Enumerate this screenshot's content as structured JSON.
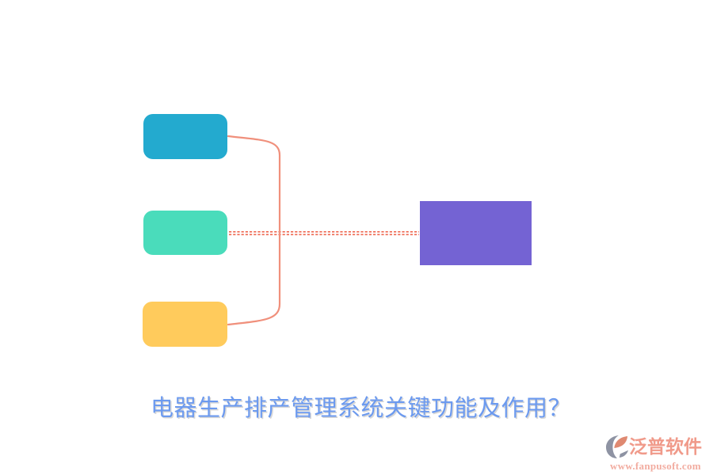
{
  "page": {
    "background_color": "#ffffff"
  },
  "title": {
    "text": "电器生产排产管理系统关键功能及作用？",
    "color": "#6c9aef"
  },
  "diagram": {
    "type": "mindmap",
    "branch_nodes": [
      {
        "id": "branch-top",
        "label": "",
        "color": "#23aacf"
      },
      {
        "id": "branch-middle",
        "label": "",
        "color": "#4adcbb"
      },
      {
        "id": "branch-bottom",
        "label": "",
        "color": "#ffcb5c"
      }
    ],
    "root_node": {
      "label": "",
      "color": "#7463d3"
    },
    "connector_color": "#f0907c",
    "dotted_link_color": "#ee6850"
  },
  "watermark": {
    "brand": "泛普软件",
    "url": "www.fanpusoft.com",
    "brand_color": "#f09a8a",
    "url_color": "#f2aca0",
    "logo_gray": "#8e93a3",
    "logo_accent": "#df8971"
  }
}
